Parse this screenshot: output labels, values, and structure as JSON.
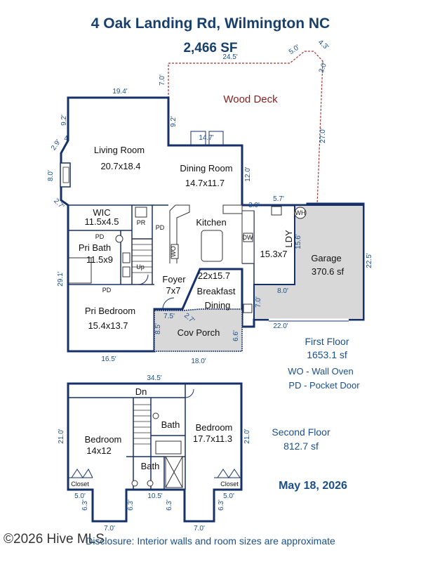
{
  "header": {
    "address": "4 Oak Landing Rd, Wilmington NC",
    "total_sf": "2,466 SF"
  },
  "first_floor": {
    "label": "First Floor",
    "area": "1653.1 sf",
    "rooms": {
      "living_name": "Living Room",
      "living_size": "20.7x18.4",
      "dining_name": "Dining Room",
      "dining_size": "14.7x11.7",
      "kitchen_name": "Kitchen",
      "kitchen_size": "22x15.7",
      "wic_name": "WIC",
      "wic_size": "11.5x4.5",
      "pribath_name": "Pri Bath",
      "pribath_size": "11.5x9",
      "pribed_name": "Pri Bedroom",
      "pribed_size": "15.4x13.7",
      "foyer_name": "Foyer",
      "foyer_size": "7x7",
      "breakfast_1": "Breakfast",
      "breakfast_2": "Dining",
      "ldy_name": "LDY",
      "ldy_size": "15.3x7",
      "garage_name": "Garage",
      "garage_size": "370.6 sf",
      "porch_name": "Cov Porch",
      "deck_name": "Wood Deck"
    },
    "fixtures": {
      "pr": "PR",
      "pd1": "PD",
      "pd2": "PD",
      "pd3": "PD",
      "up": "Up",
      "wo": "WO",
      "dw": "DW",
      "wh": "WH"
    },
    "dims": {
      "d_24_5": "24.5'",
      "d_5_0": "5.0'",
      "d_4_3": "4.3'",
      "d_3_0": "3.0'",
      "d_7_0_top": "7.0'",
      "d_19_4": "19.4'",
      "d_9_2a": "9.2'",
      "d_9_2b": "9.2'",
      "d_14_7": "14.7'",
      "d_27_0": "27.0'",
      "d_2_9": "2.9'",
      "d_4": "4",
      "d_8_0": "8.0'",
      "d_12_0": "12.0'",
      "d_2_7a": "2.7'",
      "d_3_0b": "3.0'",
      "d_5_7": "5.7'",
      "d_15_6": "15.6'",
      "d_22_5": "22.5'",
      "d_29_1": "29.1'",
      "d_8_0b": "8.0'",
      "d_7_0b": "7.0'",
      "d_7_5": "7.5'",
      "d_2_7b": "2.7'",
      "d_22_0": "22.0'",
      "d_8_5": "8.5'",
      "d_6_6": "6.6'",
      "d_16_5": "16.5'",
      "d_18_0": "18.0'"
    }
  },
  "legend": {
    "wo": "WO - Wall Oven",
    "pd": "PD - Pocket Door"
  },
  "second_floor": {
    "label": "Second Floor",
    "area": "812.7 sf",
    "dn": "Dn",
    "bedroom_left_name": "Bedroom",
    "bedroom_left_size": "14x12",
    "bedroom_right_name": "Bedroom",
    "bedroom_right_size": "17.7x11.3",
    "bath_upper": "Bath",
    "bath_lower": "Bath",
    "closet_left": "Closet",
    "closet_right": "Closet",
    "dims": {
      "d_34_5": "34.5'",
      "d_21_0a": "21.0'",
      "d_21_0b": "21.0'",
      "d_5_0a": "5.0'",
      "d_5_0b": "5.0'",
      "d_6_3a": "6.3'",
      "d_6_3b": "6.3'",
      "d_6_3c": "6.3'",
      "d_6_3d": "6.3'",
      "d_10_5": "10.5'",
      "d_7_0a": "7.0'",
      "d_7_0b": "7.0'"
    }
  },
  "date": "May 18, 2026",
  "footer": {
    "watermark": "©2026 Hive MLS",
    "disclosure": "Disclosure: Interior walls and room sizes are approximate"
  }
}
